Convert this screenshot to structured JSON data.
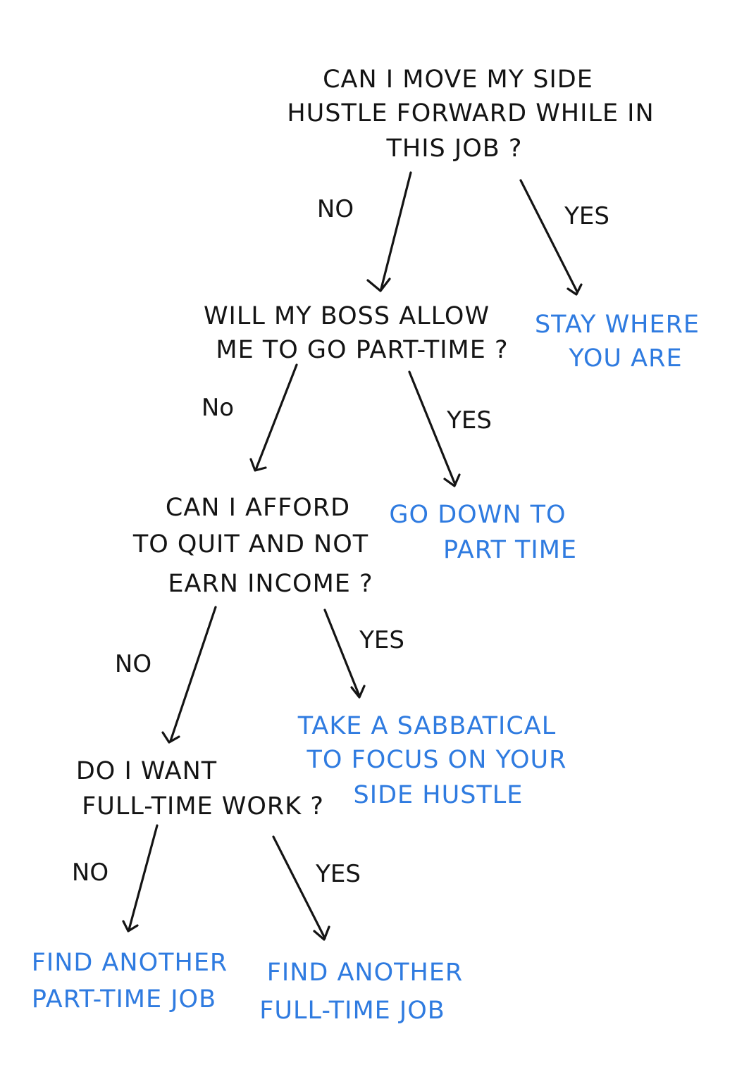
{
  "nodes": {
    "q1": {
      "lines": [
        "CAN I MOVE MY SIDE",
        "HUSTLE FORWARD WHILE IN",
        "THIS JOB ?"
      ]
    },
    "q2": {
      "lines": [
        "WILL MY BOSS ALLOW",
        "ME TO GO PART-TIME ?"
      ]
    },
    "q3": {
      "lines": [
        "CAN I AFFORD",
        "TO QUIT AND NOT",
        "EARN INCOME ?"
      ]
    },
    "q4": {
      "lines": [
        "DO I WANT",
        "FULL-TIME WORK ?"
      ]
    },
    "a1": {
      "lines": [
        "STAY WHERE",
        "YOU ARE"
      ]
    },
    "a2": {
      "lines": [
        "GO DOWN TO",
        "PART TIME"
      ]
    },
    "a3": {
      "lines": [
        "TAKE A SABBATICAL",
        "TO FOCUS ON YOUR",
        "SIDE HUSTLE"
      ]
    },
    "a4": {
      "lines": [
        "FIND ANOTHER",
        "PART-TIME JOB"
      ]
    },
    "a5": {
      "lines": [
        "FIND ANOTHER",
        "FULL-TIME JOB"
      ]
    }
  },
  "edges": {
    "q1_no": "NO",
    "q1_yes": "YES",
    "q2_no": "No",
    "q2_yes": "YES",
    "q3_no": "NO",
    "q3_yes": "YES",
    "q4_no": "NO",
    "q4_yes": "YES"
  },
  "colors": {
    "question": "#141414",
    "answer": "#2f7be0",
    "background": "#ffffff"
  }
}
